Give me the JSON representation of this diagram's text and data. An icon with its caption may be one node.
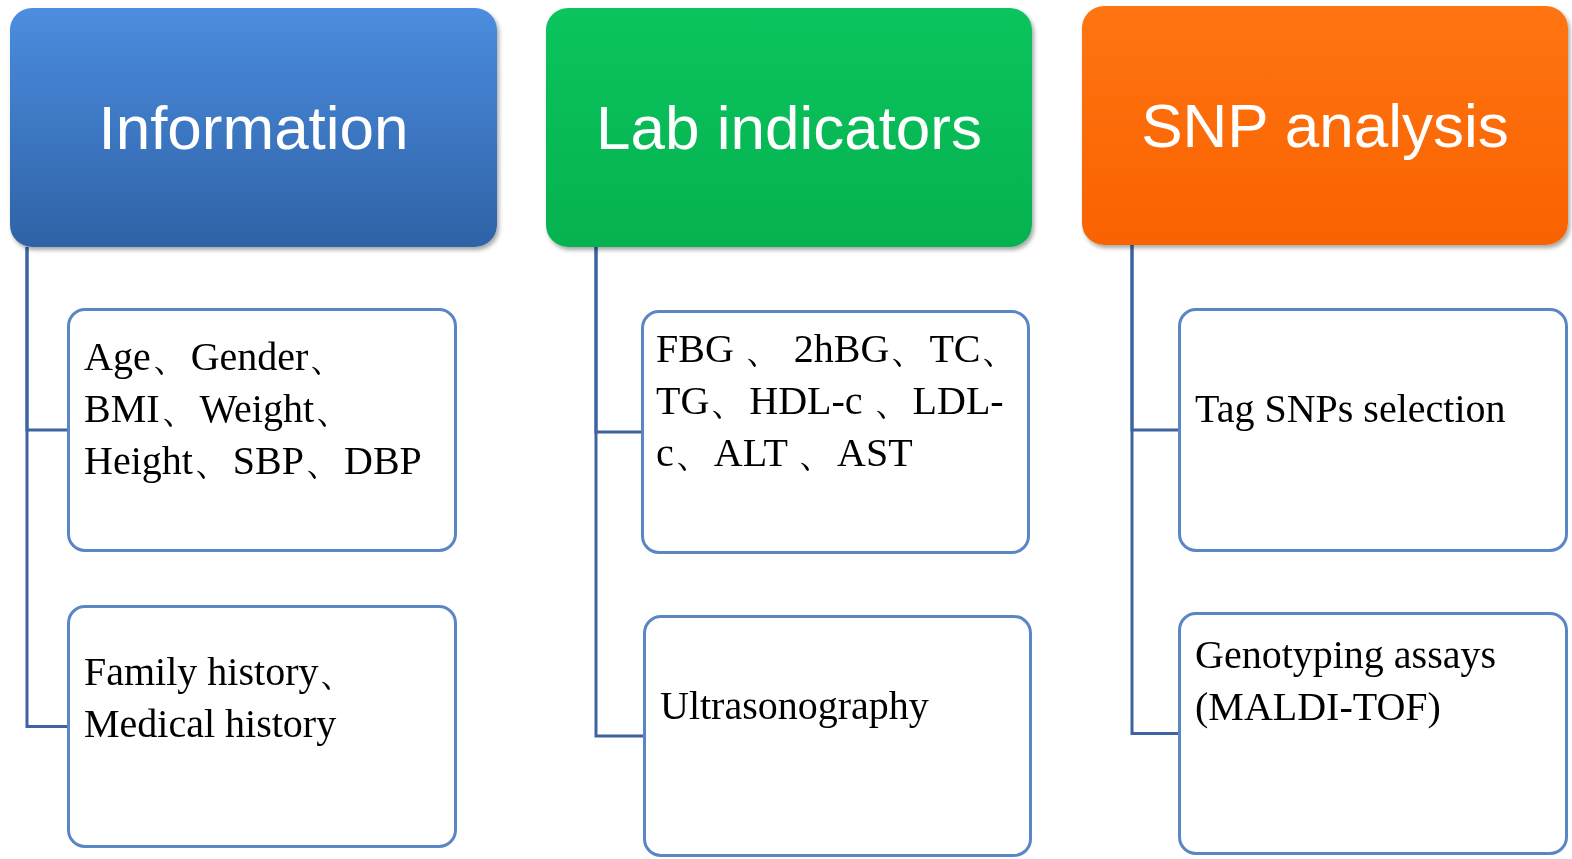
{
  "diagram": {
    "nodes": [
      {
        "text": [
          "Information"
        ]
      },
      {
        "text": [
          "Age、Gender、BMI、Weight、Height、SBP、DBP"
        ]
      },
      {
        "text": [
          "Family history、Medical history"
        ]
      },
      {
        "text": [
          "Lab indicators"
        ]
      },
      {
        "text": [
          "FBG 、 2hBG、TC、TG、HDL-c 、LDL-c、ALT 、AST"
        ]
      },
      {
        "text": [
          "Ultrasonography"
        ]
      },
      {
        "text": [
          "SNP analysis"
        ]
      },
      {
        "text": [
          "Tag SNPs selection"
        ]
      },
      {
        "text": [
          "Genotyping assays (MALDI-TOF)"
        ]
      }
    ],
    "edges": [
      {
        "from": 0,
        "to": 1,
        "arrow": "none"
      },
      {
        "from": 0,
        "to": 2,
        "arrow": "none"
      },
      {
        "from": 3,
        "to": 4,
        "arrow": "none"
      },
      {
        "from": 3,
        "to": 5,
        "arrow": "none"
      },
      {
        "from": 6,
        "to": 7,
        "arrow": "none"
      },
      {
        "from": 6,
        "to": 8,
        "arrow": "none"
      }
    ]
  }
}
